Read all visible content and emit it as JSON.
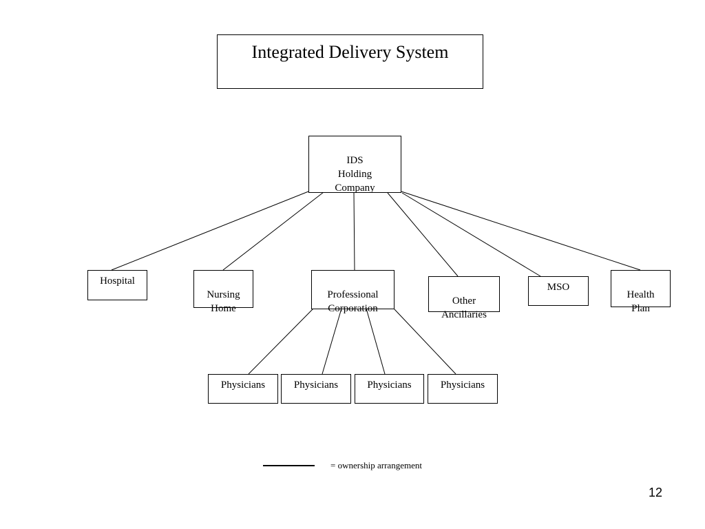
{
  "slide": {
    "title": "Integrated Delivery System",
    "page_number": "12"
  },
  "nodes": {
    "holding": "IDS\nHolding\nCompany",
    "hospital": "Hospital",
    "nursing_home": "Nursing\nHome",
    "professional_corporation": "Professional\nCorporation",
    "other_ancillaries": "Other\nAncillaries",
    "mso": "MSO",
    "health_plan": "Health\nPlan",
    "physicians": [
      "Physicians",
      "Physicians",
      "Physicians",
      "Physicians"
    ]
  },
  "legend": {
    "label": "= ownership arrangement"
  },
  "colors": {
    "line": "#000000",
    "background": "#ffffff"
  }
}
